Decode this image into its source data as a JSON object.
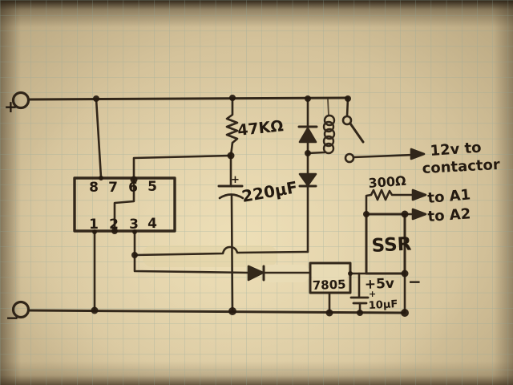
{
  "colors": {
    "paper": "#d9c8a2",
    "grid": "#8ba69b",
    "ink": "#261b10",
    "whiteout": "#e9dcb6"
  },
  "labels": {
    "plus_terminal": "+",
    "minus_terminal": "−",
    "r1": "47KΩ",
    "c1": "220μF",
    "c1_polarity": "+",
    "out12v_line1": "12v to",
    "out12v_line2": "contactor",
    "r2": "300Ω",
    "a1": "to A1",
    "a2": "to A2",
    "ssr": "SSR",
    "ssr_neg": "−",
    "reg": "7805",
    "rail_5v": "+5v",
    "c2": "10μF",
    "c2_polarity": "+"
  },
  "ic": {
    "pins_top": [
      "8",
      "7",
      "6",
      "5"
    ],
    "pins_bottom": [
      "1",
      "2",
      "3",
      "4"
    ]
  }
}
